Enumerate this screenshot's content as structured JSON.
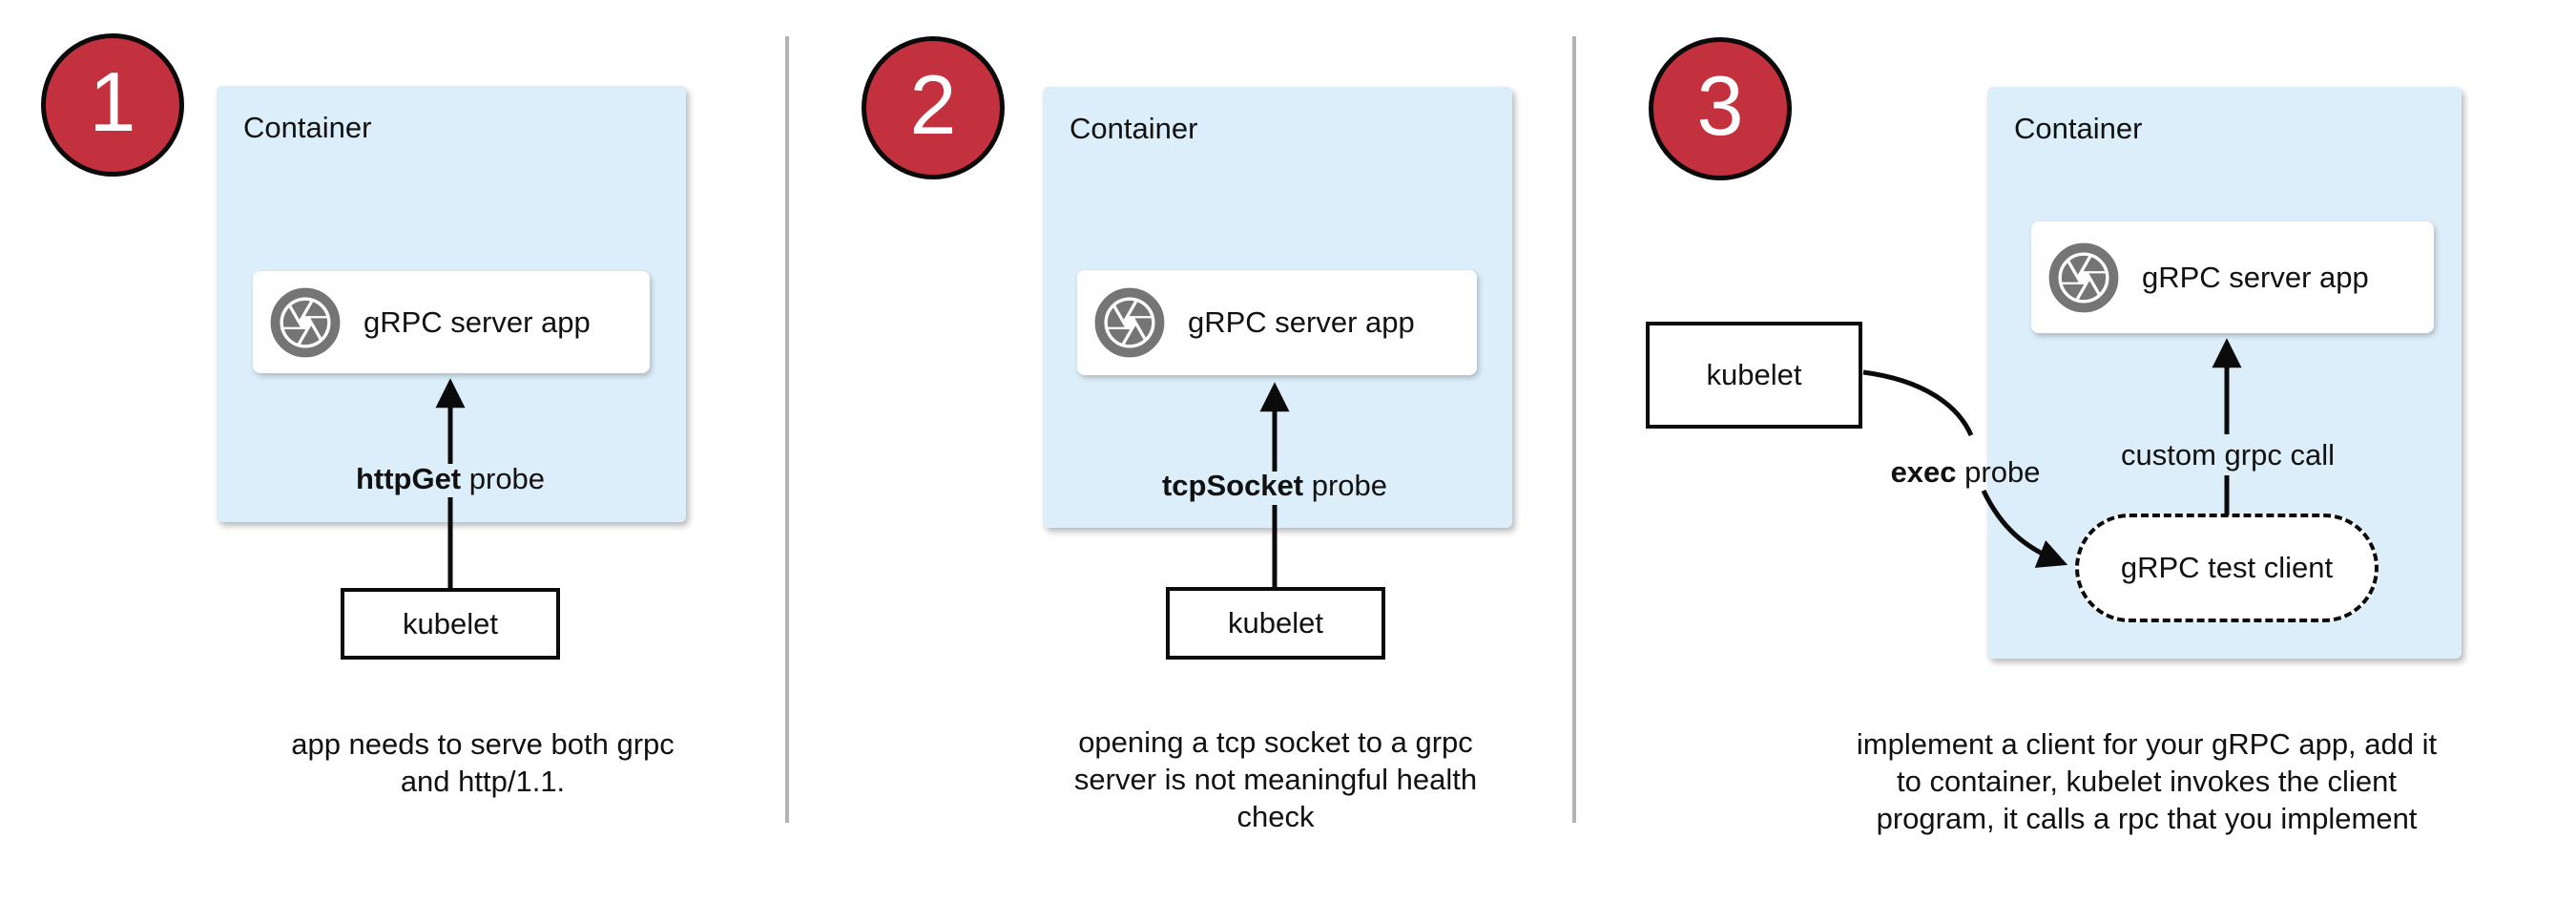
{
  "diagram": {
    "title_context": "gRPC health-check probe options",
    "colors": {
      "step_badge_red": "#c4313e",
      "container_fill": "#dceefa",
      "icon_gray": "#757575",
      "divider_gray": "#b3b3b3",
      "line_black": "#0b0b0b"
    },
    "steps": [
      {
        "number": "1",
        "container_label": "Container",
        "server_app_label": "gRPC server app",
        "probe_label_bold": "httpGet",
        "probe_label_rest": " probe",
        "kubelet_label": "kubelet",
        "caption": "app needs to serve both grpc\nand http/1.1."
      },
      {
        "number": "2",
        "container_label": "Container",
        "server_app_label": "gRPC server app",
        "probe_label_bold": "tcpSocket",
        "probe_label_rest": " probe",
        "kubelet_label": "kubelet",
        "caption": "opening a tcp socket to a grpc\nserver is not meaningful health\ncheck"
      },
      {
        "number": "3",
        "container_label": "Container",
        "server_app_label": "gRPC server app",
        "probe_label_bold": "exec",
        "probe_label_rest": " probe",
        "kubelet_label": "kubelet",
        "custom_call_label": "custom grpc call",
        "test_client_label": "gRPC test client",
        "caption": "implement a client for your gRPC app, add it\nto container, kubelet invokes the client\nprogram, it calls a rpc that you implement"
      }
    ]
  }
}
